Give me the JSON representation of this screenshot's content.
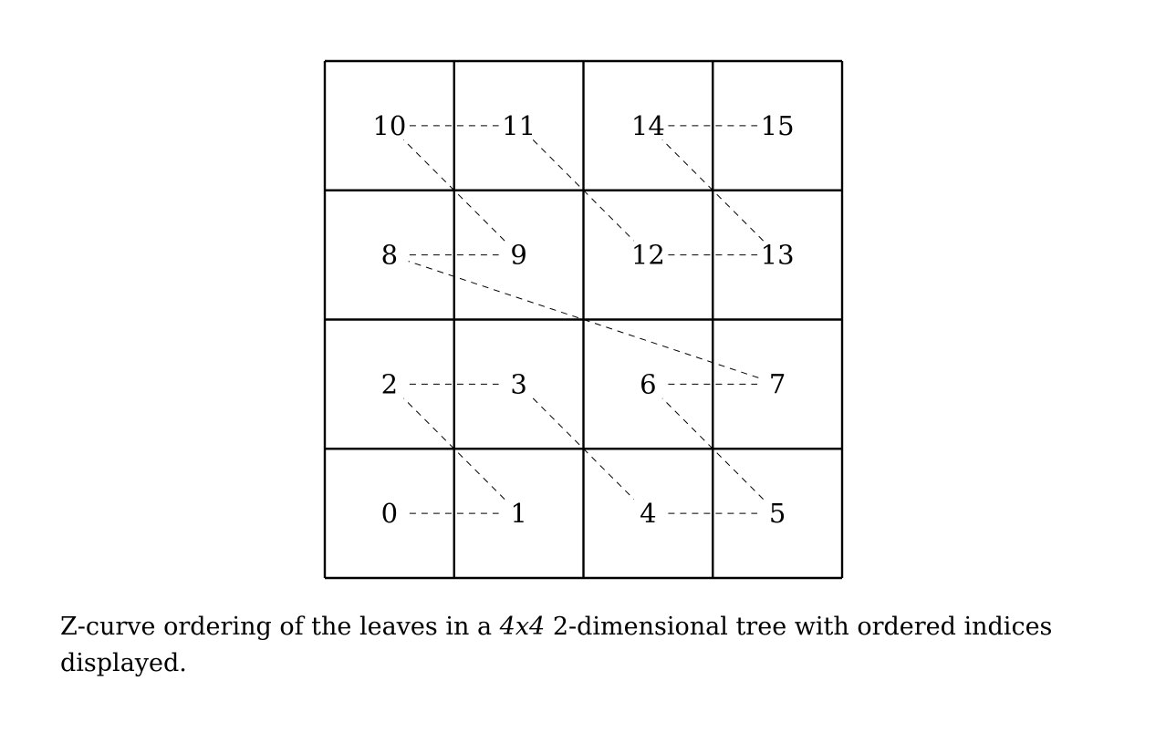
{
  "grid": {
    "rows": 4,
    "cols": 4,
    "indices": [
      [
        "10",
        "11",
        "14",
        "15"
      ],
      [
        "8",
        "9",
        "12",
        "13"
      ],
      [
        "2",
        "3",
        "6",
        "7"
      ],
      [
        "0",
        "1",
        "4",
        "5"
      ]
    ]
  },
  "caption": {
    "before": "Z-curve ordering of the leaves in a ",
    "math": "4x4",
    "after": " 2-dimensional tree with ordered indices displayed."
  }
}
